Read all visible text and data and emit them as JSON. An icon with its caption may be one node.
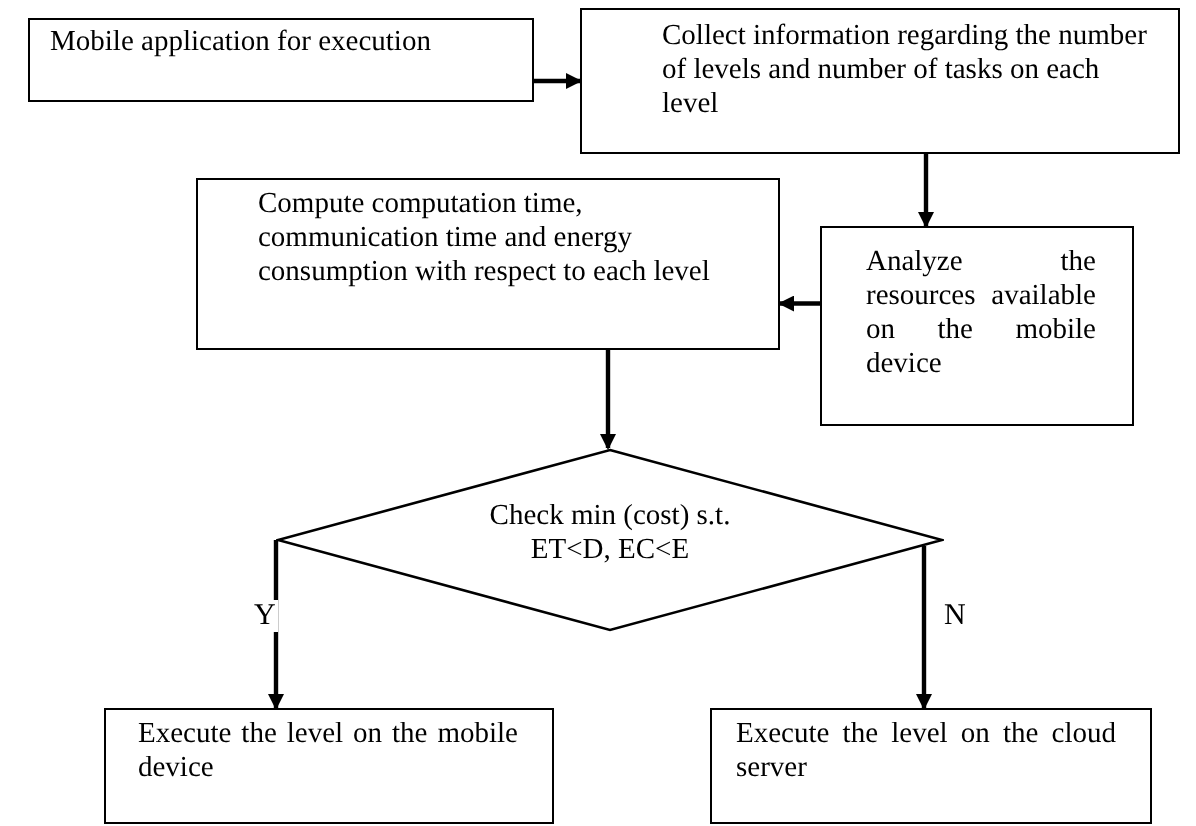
{
  "diagram": {
    "nodes": [
      {
        "text": [
          "Mobile application for execution"
        ]
      },
      {
        "text": [
          "Collect information regarding the number of levels and number of tasks on each level"
        ]
      },
      {
        "text": [
          "Compute computation time, communication time and energy consumption with respect to each level"
        ]
      },
      {
        "text": [
          "Analyze the resources available on the mobile device"
        ]
      },
      {
        "text": [
          "Check min (cost) s.t. ET<D, EC<E"
        ]
      },
      {
        "text": [
          "Execute the level on the mobile device"
        ]
      },
      {
        "text": [
          "Execute the level on the cloud server"
        ]
      }
    ],
    "edges": [
      {
        "from": 0,
        "to": 1,
        "arrow": "to"
      },
      {
        "from": 1,
        "to": 3,
        "arrow": "to"
      },
      {
        "from": 3,
        "to": 2,
        "arrow": "to"
      },
      {
        "from": 2,
        "to": 4,
        "arrow": "to"
      },
      {
        "from": 4,
        "to": 5,
        "arrow": "to",
        "label": "Y"
      },
      {
        "from": 4,
        "to": 6,
        "arrow": "to",
        "label": "N"
      }
    ]
  }
}
